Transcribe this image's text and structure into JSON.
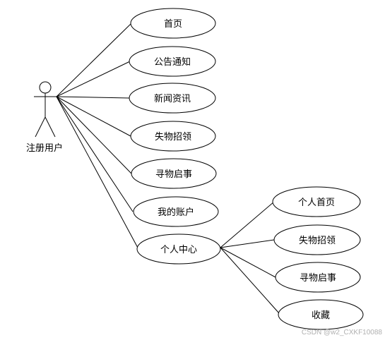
{
  "actor": {
    "name": "注册用户"
  },
  "use_cases": [
    {
      "label": "首页"
    },
    {
      "label": "公告通知"
    },
    {
      "label": "新闻资讯"
    },
    {
      "label": "失物招领"
    },
    {
      "label": "寻物启事"
    },
    {
      "label": "我的账户"
    },
    {
      "label": "个人中心"
    }
  ],
  "sub_cases": [
    {
      "label": "个人首页"
    },
    {
      "label": "失物招领"
    },
    {
      "label": "寻物启事"
    },
    {
      "label": "收藏"
    }
  ],
  "watermark": "CSDN @w2_CXKF10088"
}
